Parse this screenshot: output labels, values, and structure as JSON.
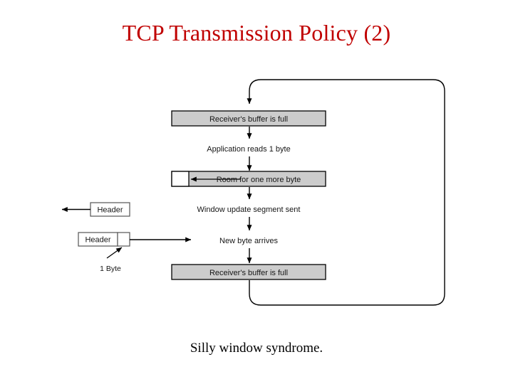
{
  "slide": {
    "title": "TCP Transmission Policy (2)",
    "title_color": "#c00000",
    "caption": "Silly window syndrome.",
    "background": "#ffffff"
  },
  "diagram": {
    "type": "flow-diagram",
    "buffer_fill_color": "#cccccc",
    "line_color": "#000000",
    "boxes": [
      {
        "id": "buffer-full-top",
        "label": "Receiver's buffer is full",
        "style": "filled-buffer"
      },
      {
        "id": "room-for-one-more-byte",
        "label": "Room for one more byte",
        "style": "filled-buffer-with-free-cell"
      },
      {
        "id": "buffer-full-bottom",
        "label": "Receiver's buffer is full",
        "style": "filled-buffer"
      },
      {
        "id": "header-window-update",
        "label": "Header",
        "style": "outline"
      },
      {
        "id": "header-new-byte",
        "label": "Header",
        "style": "outline-with-byte-cell"
      }
    ],
    "step_labels": [
      "Application reads 1 byte",
      "Window update segment sent",
      "New byte arrives"
    ],
    "annotations": [
      "1 Byte"
    ]
  }
}
